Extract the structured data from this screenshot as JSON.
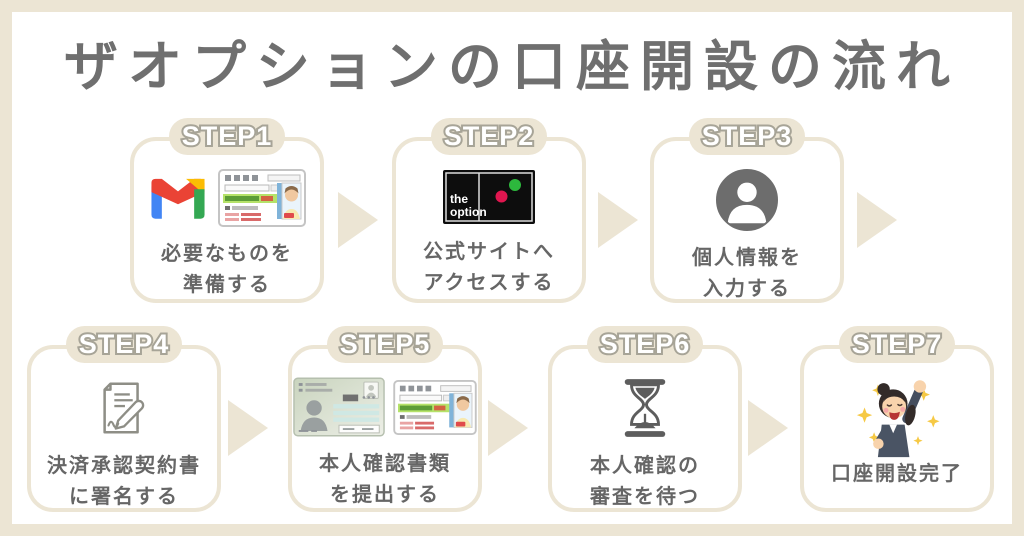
{
  "title": "ザオプションの口座開設の流れ",
  "colors": {
    "frame_beige": "#ECE5D4",
    "title_text": "#6F6F6F",
    "label_text": "#666666",
    "badge_text": "#FFFFFF",
    "badge_outline": "#A7A497",
    "gmail_red": "#EA4335",
    "gmail_blue": "#4285F4",
    "gmail_green": "#34A853",
    "gmail_yellow": "#FBBC04",
    "option_logo_bg": "#0D0D0D",
    "option_dot_green": "#2DB83D",
    "option_dot_red": "#E0164F",
    "license_green_bar": "#B5E269",
    "sparkle_yellow": "#F6C945"
  },
  "logo": {
    "line1": "the",
    "line2": "option"
  },
  "steps": [
    {
      "badge": "STEP1",
      "label": "必要なものを\n準備する",
      "icons": [
        "gmail-logo",
        "drivers-license"
      ]
    },
    {
      "badge": "STEP2",
      "label": "公式サイトへ\nアクセスする",
      "icons": [
        "the-option-logo"
      ]
    },
    {
      "badge": "STEP3",
      "label": "個人情報を\n入力する",
      "icons": [
        "person-avatar"
      ]
    },
    {
      "badge": "STEP4",
      "label": "決済承認契約書\nに署名する",
      "icons": [
        "contract-sign"
      ]
    },
    {
      "badge": "STEP5",
      "label": "本人確認書類\nを提出する",
      "icons": [
        "id-card",
        "drivers-license"
      ]
    },
    {
      "badge": "STEP6",
      "label": "本人確認の\n審査を待つ",
      "icons": [
        "hourglass"
      ]
    },
    {
      "badge": "STEP7",
      "label": "口座開設完了",
      "icons": [
        "celebration-person"
      ]
    }
  ]
}
